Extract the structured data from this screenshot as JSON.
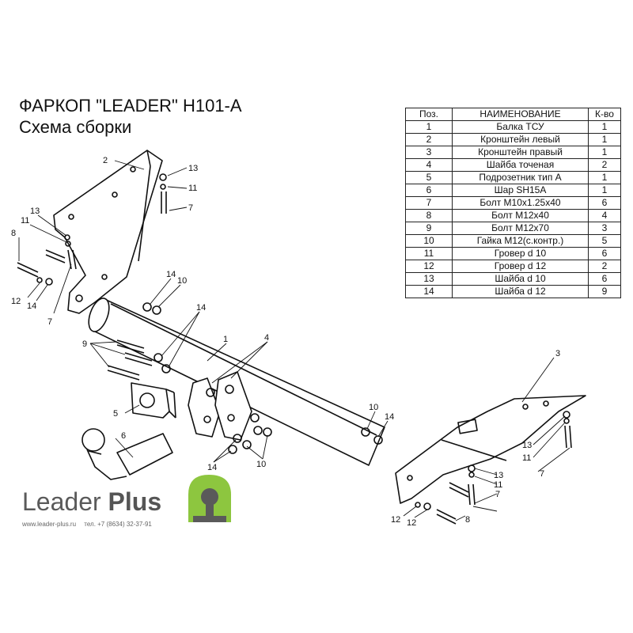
{
  "title": {
    "line1": "ФАРКОП \"LEADER\" H101-A",
    "line2": "Схема сборки"
  },
  "parts_table": {
    "headers": [
      "Поз.",
      "НАИМЕНОВАНИЕ",
      "К-во"
    ],
    "rows": [
      [
        "1",
        "Балка ТСУ",
        "1"
      ],
      [
        "2",
        "Кронштейн левый",
        "1"
      ],
      [
        "3",
        "Кронштейн правый",
        "1"
      ],
      [
        "4",
        "Шайба точеная",
        "2"
      ],
      [
        "5",
        "Подрозетник тип А",
        "1"
      ],
      [
        "6",
        "Шар SH15A",
        "1"
      ],
      [
        "7",
        "Болт М10х1.25х40",
        "6"
      ],
      [
        "8",
        "Болт М12х40",
        "4"
      ],
      [
        "9",
        "Болт М12х70",
        "3"
      ],
      [
        "10",
        "Гайка М12(с.контр.)",
        "5"
      ],
      [
        "11",
        "Гровер d 10",
        "6"
      ],
      [
        "12",
        "Гровер d 12",
        "2"
      ],
      [
        "13",
        "Шайба d 10",
        "6"
      ],
      [
        "14",
        "Шайба d 12",
        "9"
      ]
    ]
  },
  "callouts": {
    "c1": "1",
    "c2": "2",
    "c3": "3",
    "c4": "4",
    "c5": "5",
    "c6": "6",
    "c7a": "7",
    "c7b": "7",
    "c7c": "7",
    "c7d": "7",
    "c8a": "8",
    "c8b": "8",
    "c9": "9",
    "c10a": "10",
    "c10b": "10",
    "c10c": "10",
    "c11a": "11",
    "c11b": "11",
    "c11c": "11",
    "c11d": "11",
    "c12a": "12",
    "c12b": "12",
    "c13a": "13",
    "c13b": "13",
    "c13c": "13",
    "c13d": "13",
    "c14a": "14",
    "c14b": "14",
    "c14c": "14",
    "c14d": "14",
    "c14e": "14"
  },
  "logo": {
    "brand": "Leader",
    "brand_bold": "Plus",
    "website": "www.leader-plus.ru",
    "phone": "тел. +7 (8634) 32-37-91",
    "accent_color": "#8dc63f",
    "icon": "tow-ball-logo-icon"
  }
}
